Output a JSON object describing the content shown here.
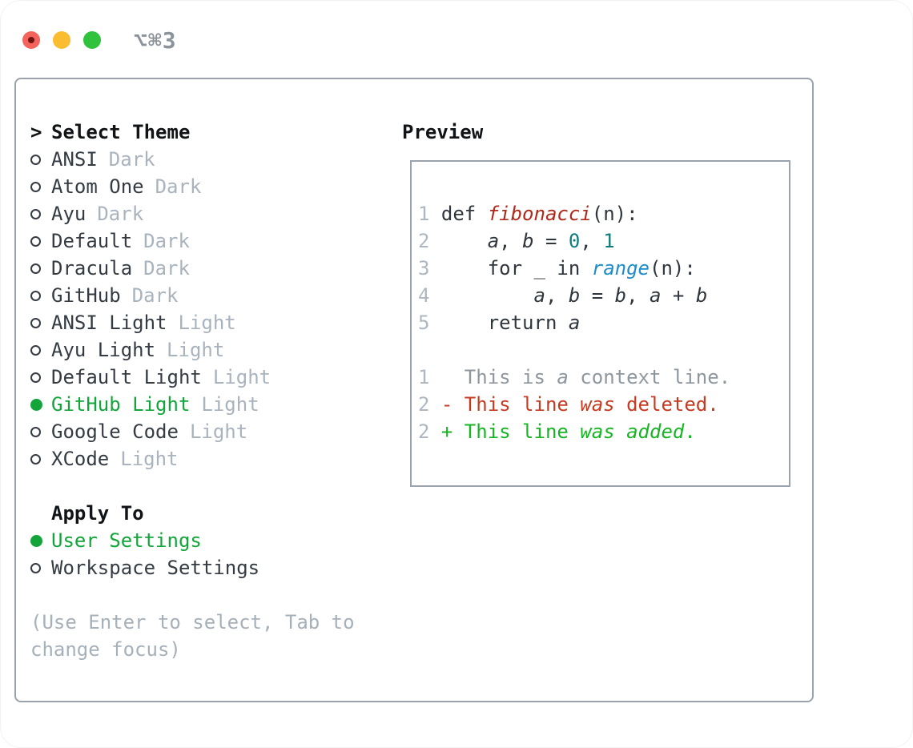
{
  "window": {
    "title": "⌥⌘3"
  },
  "colors": {
    "panel_border": "#9aa3ad",
    "header_text": "#111417",
    "item_text": "#343b43",
    "variant_tag": "#a9b3be",
    "hint_text": "#a6b0ba",
    "accent_green": "#13a53a",
    "code_text": "#2f363d",
    "function_red": "#b02a1c",
    "number_teal": "#0e7d7d",
    "builtin_blue": "#1e8dc8",
    "line_number": "#aeb7c1",
    "diff_context": "#8e969e",
    "diff_deleted": "#c53b22",
    "diff_added": "#17b423",
    "title_gray": "#8b9299",
    "light_red": "#f4635c",
    "light_red_dot": "#701511",
    "light_yellow": "#fbbd30",
    "light_green": "#2ec23d"
  },
  "theme_panel": {
    "header": {
      "prefix": ">",
      "label": "Select Theme"
    },
    "themes": [
      {
        "name": "ANSI",
        "variant": "Dark",
        "selected": false
      },
      {
        "name": "Atom One",
        "variant": "Dark",
        "selected": false
      },
      {
        "name": "Ayu",
        "variant": "Dark",
        "selected": false
      },
      {
        "name": "Default",
        "variant": "Dark",
        "selected": false
      },
      {
        "name": "Dracula",
        "variant": "Dark",
        "selected": false
      },
      {
        "name": "GitHub",
        "variant": "Dark",
        "selected": false
      },
      {
        "name": "ANSI Light",
        "variant": "Light",
        "selected": false
      },
      {
        "name": "Ayu Light",
        "variant": "Light",
        "selected": false
      },
      {
        "name": "Default Light",
        "variant": "Light",
        "selected": false
      },
      {
        "name": "GitHub Light",
        "variant": "Light",
        "selected": true
      },
      {
        "name": "Google Code",
        "variant": "Light",
        "selected": false
      },
      {
        "name": "XCode",
        "variant": "Light",
        "selected": false
      }
    ],
    "apply_to": {
      "label": "Apply To",
      "options": [
        {
          "name": "User Settings",
          "selected": true
        },
        {
          "name": "Workspace Settings",
          "selected": false
        }
      ]
    },
    "hint_lines": [
      "(Use Enter to select, Tab to",
      "change focus)"
    ]
  },
  "preview": {
    "header": "Preview",
    "lines": [
      {
        "num": "1",
        "kind": "code",
        "tokens": [
          {
            "t": " def ",
            "c": "plain"
          },
          {
            "t": "fibonacci",
            "c": "function",
            "i": true
          },
          {
            "t": "(n):",
            "c": "plain"
          }
        ]
      },
      {
        "num": "2",
        "kind": "code",
        "tokens": [
          {
            "t": "     ",
            "c": "plain"
          },
          {
            "t": "a",
            "c": "variable",
            "i": true
          },
          {
            "t": ", ",
            "c": "plain"
          },
          {
            "t": "b",
            "c": "variable",
            "i": true
          },
          {
            "t": " = ",
            "c": "plain"
          },
          {
            "t": "0",
            "c": "number"
          },
          {
            "t": ", ",
            "c": "plain"
          },
          {
            "t": "1",
            "c": "number"
          }
        ]
      },
      {
        "num": "3",
        "kind": "code",
        "tokens": [
          {
            "t": "     for _ in ",
            "c": "plain"
          },
          {
            "t": "range",
            "c": "builtin",
            "i": true
          },
          {
            "t": "(n):",
            "c": "plain"
          }
        ]
      },
      {
        "num": "4",
        "kind": "code",
        "tokens": [
          {
            "t": "         ",
            "c": "plain"
          },
          {
            "t": "a",
            "c": "variable",
            "i": true
          },
          {
            "t": ", ",
            "c": "plain"
          },
          {
            "t": "b",
            "c": "variable",
            "i": true
          },
          {
            "t": " = ",
            "c": "plain"
          },
          {
            "t": "b",
            "c": "variable",
            "i": true
          },
          {
            "t": ", ",
            "c": "plain"
          },
          {
            "t": "a",
            "c": "variable",
            "i": true
          },
          {
            "t": " + ",
            "c": "plain"
          },
          {
            "t": "b",
            "c": "variable",
            "i": true
          }
        ]
      },
      {
        "num": "5",
        "kind": "code",
        "tokens": [
          {
            "t": "     return ",
            "c": "plain"
          },
          {
            "t": "a",
            "c": "variable",
            "i": true
          }
        ]
      },
      {
        "num": "",
        "kind": "blank",
        "tokens": []
      },
      {
        "num": "1",
        "kind": "context",
        "tokens": [
          {
            "t": "   This is ",
            "c": "context"
          },
          {
            "t": "a",
            "c": "context",
            "i": true
          },
          {
            "t": " context line.",
            "c": "context"
          }
        ]
      },
      {
        "num": "2",
        "kind": "deleted",
        "tokens": [
          {
            "t": " - This line ",
            "c": "deleted"
          },
          {
            "t": "was",
            "c": "deleted",
            "i": true
          },
          {
            "t": " deleted.",
            "c": "deleted"
          }
        ]
      },
      {
        "num": "2",
        "kind": "added",
        "tokens": [
          {
            "t": " + This line ",
            "c": "added"
          },
          {
            "t": "was",
            "c": "added",
            "i": true
          },
          {
            "t": " ",
            "c": "added"
          },
          {
            "t": "added",
            "c": "added",
            "i": true
          },
          {
            "t": ".",
            "c": "added"
          }
        ]
      }
    ]
  }
}
